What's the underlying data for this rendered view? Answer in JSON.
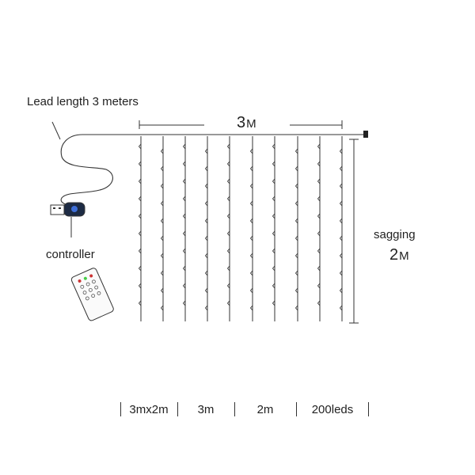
{
  "lead": {
    "label": "Lead length 3 meters"
  },
  "controller": {
    "label": "controller"
  },
  "width": {
    "value": "3",
    "unit": "M"
  },
  "sagging": {
    "label": "sagging",
    "value": "2",
    "unit": "M"
  },
  "specs": [
    "3mx2m",
    "3m",
    "2m",
    "200leds"
  ],
  "icons": [
    "usb-plug-icon",
    "remote-control-icon",
    "end-plug-icon"
  ],
  "colors": {
    "line": "#333333",
    "usb_accent": "#3f6fd8"
  }
}
